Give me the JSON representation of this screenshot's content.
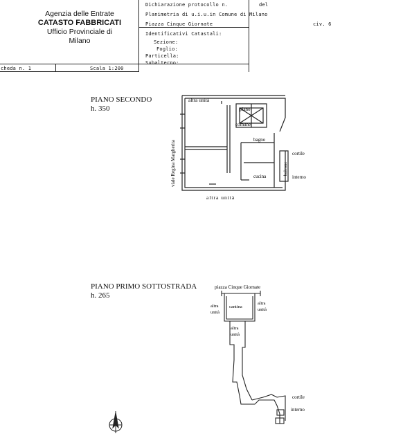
{
  "agency": {
    "line1": "Agenzia delle Entrate",
    "line2": "CATASTO FABBRICATI",
    "line3": "Ufficio Provinciale di",
    "line4": "Milano"
  },
  "declaration": {
    "protocol_label": "Dichiarazione protocollo n.",
    "del_label": "del",
    "plan_line": "Planimetria di u.i.u.in Comune di Milano",
    "address": "Piazza Cinque Giornate",
    "civic": "civ. 6"
  },
  "cadastral": {
    "title": "Identificativi Catastali:",
    "sezione": "Sezione:",
    "foglio": "Foglio:",
    "particella": "Particella:",
    "subalterno": "Subalterno:"
  },
  "sheet": {
    "scheda": "cheda n. 1",
    "scala": "Scala 1:200"
  },
  "plan_upper": {
    "floor": "PIANO SECONDO",
    "height": "h. 350",
    "altra_unita_top": "altra unità",
    "altra_unita_bottom": "altra   unità",
    "street": "viale Regina Margherita",
    "piano": "piano",
    "comune": "comune",
    "bagno": "bagno",
    "cucina": "cucina",
    "balcone": "balcone",
    "cortile": "cortile",
    "interno": "interno"
  },
  "plan_lower": {
    "floor": "PIANO PRIMO SOTTOSTRADA",
    "height": "h. 265",
    "square": "piazza Cinque Giornate",
    "altra": "altra",
    "unita": "unità",
    "cantina": "cantina",
    "cortile": "cortile",
    "interno": "interno"
  }
}
